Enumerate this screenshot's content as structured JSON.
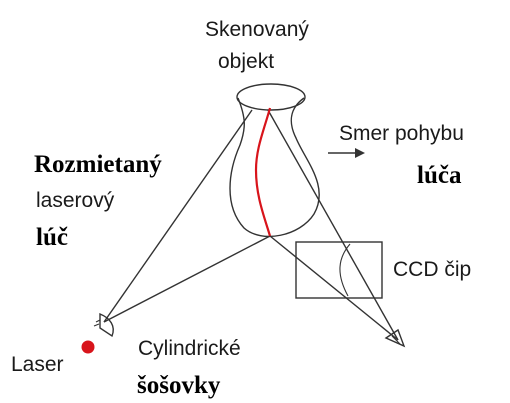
{
  "labels": {
    "object_line1": "Skenovaný",
    "object_line2": "objekt",
    "direction_line1": "Smer pohybu",
    "direction_line2": "lúča",
    "beam_line1": "Rozmietaný",
    "beam_line2": "laserový",
    "beam_line3": "lúč",
    "ccd": "CCD čip",
    "laser": "Laser",
    "lens_line1": "Cylindrické",
    "lens_line2": "šošovky"
  },
  "colors": {
    "stroke": "#333333",
    "laser_line": "#d8141b",
    "laser_dot": "#d8141b",
    "text": "#1a1a1a"
  }
}
